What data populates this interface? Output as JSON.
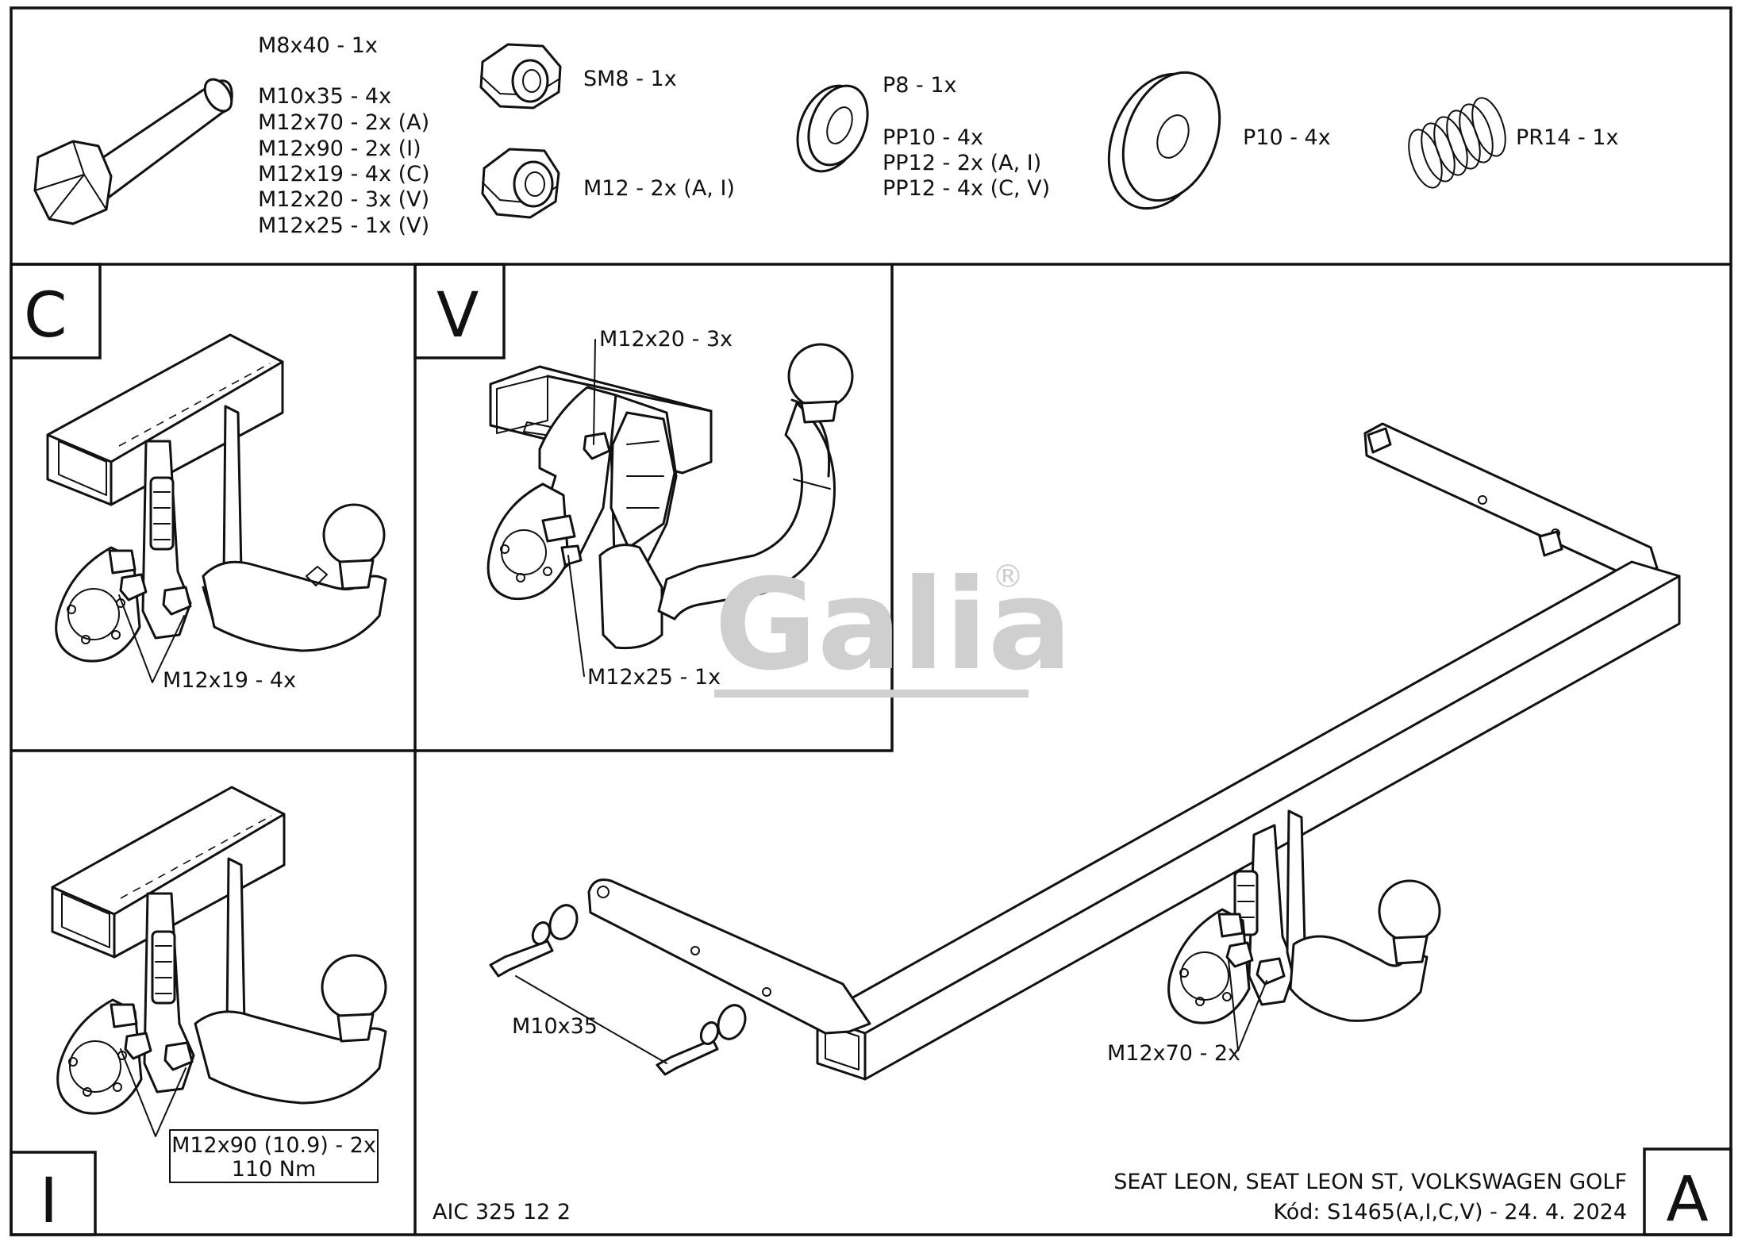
{
  "parts": {
    "bolt_labels": [
      "M8x40 - 1x",
      "M10x35 - 4x",
      "M12x70 - 2x (A)",
      "M12x90 - 2x (I)",
      "M12x19 - 4x (C)",
      "M12x20 - 3x (V)",
      "M12x25 - 1x (V)"
    ],
    "nut_sm8": "SM8 - 1x",
    "nut_m12": "M12 - 2x (A, I)",
    "washer_labels": [
      "P8 - 1x",
      "PP10 - 4x",
      "PP12 - 2x (A, I)",
      "PP12 - 4x (C, V)"
    ],
    "washer_p10": "P10 - 4x",
    "spring_pr14": "PR14 - 1x"
  },
  "panels": {
    "c": {
      "letter": "C",
      "callout": "M12x19 - 4x"
    },
    "v": {
      "letter": "V",
      "callout_top": "M12x20 - 3x",
      "callout_bottom": "M12x25 - 1x"
    },
    "i": {
      "letter": "I",
      "callout_line1": "M12x90 (10.9) - 2x",
      "callout_line2": "110 Nm"
    },
    "a": {
      "letter": "A",
      "callout_left": "M10x35",
      "callout_right": "M12x70 - 2x"
    }
  },
  "logo": {
    "text": "Galia",
    "mark": "®"
  },
  "footer": {
    "article_code": "AIC 325 12 2",
    "vehicles": "SEAT LEON, SEAT LEON ST, VOLKSWAGEN GOLF",
    "code_line": "Kód: S1465(A,I,C,V) - 24. 4. 2024"
  },
  "colors": {
    "line": "#111111",
    "watermark": "#cfcfcf",
    "background": "#ffffff"
  }
}
